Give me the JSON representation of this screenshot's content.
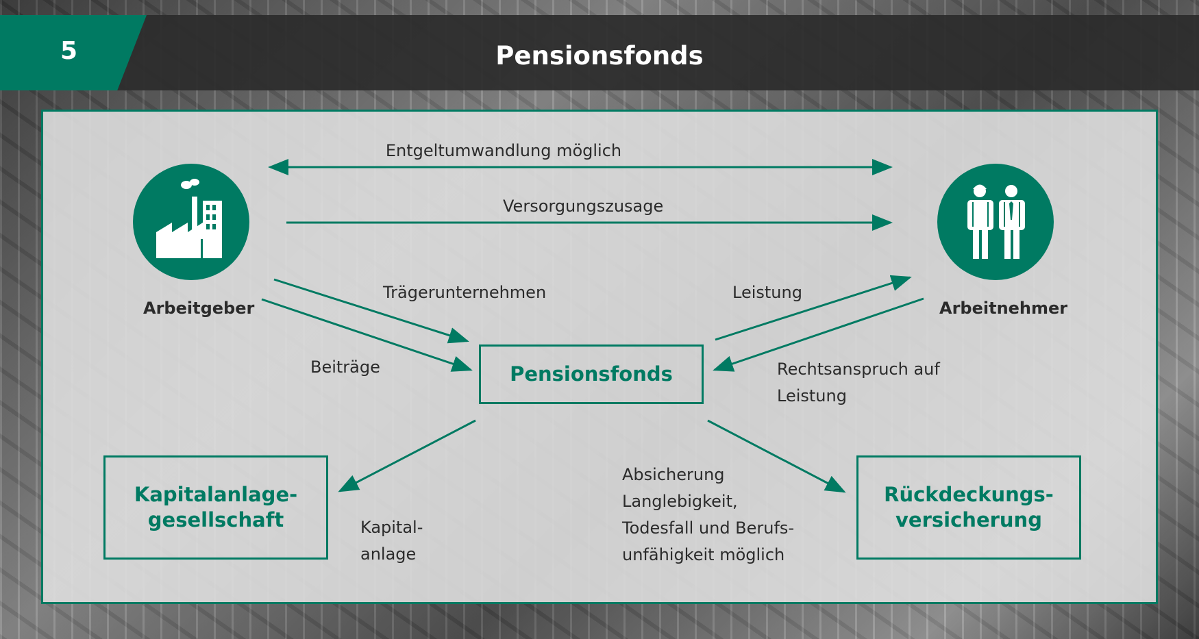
{
  "header": {
    "number": "5",
    "title": "Pensionsfonds"
  },
  "nodes": {
    "employer_label": "Arbeitgeber",
    "employee_label": "Arbeitnehmer",
    "center_box": "Pensionsfonds",
    "investment_box": "Kapitalanlage-\ngesellschaft",
    "reinsurance_box": "Rückdeckungs-\nversicherung"
  },
  "labels": {
    "conversion": "Entgeltumwandlung möglich",
    "commitment": "Versorgungszusage",
    "sponsor": "Trägerunternehmen",
    "contributions": "Beiträge",
    "benefit": "Leistung",
    "claim": "Rechtsanspruch auf\nLeistung",
    "investment": "Kapital-\nanlage",
    "protection": "Absicherung\nLanglebigkeit,\nTodesfall und Berufs-\nunfähigkeit möglich"
  },
  "colors": {
    "accent": "#007a62",
    "header_bg": "#2c2c2c",
    "panel_bg": "#dedede"
  },
  "icons": {
    "employer": "factory-icon",
    "employee": "workers-icon"
  }
}
